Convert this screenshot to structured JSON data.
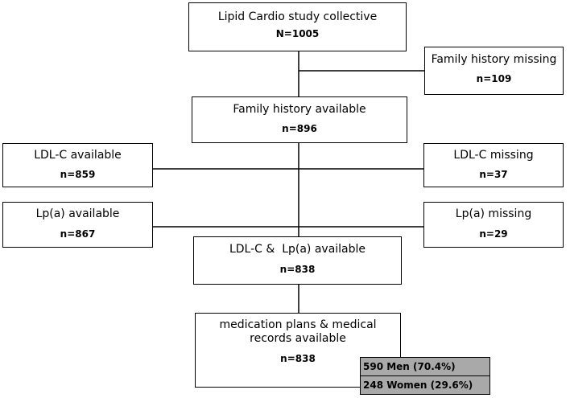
{
  "flowchart": {
    "collective": {
      "label": "Lipid Cardio study collective",
      "count": "N=1005"
    },
    "family_missing": {
      "label": "Family history missing",
      "count": "n=109"
    },
    "family_available": {
      "label": "Family history available",
      "count": "n=896"
    },
    "ldl_available": {
      "label": "LDL-C available",
      "count": "n=859"
    },
    "ldl_missing": {
      "label": "LDL-C missing",
      "count": "n=37"
    },
    "lpa_available": {
      "label": "Lp(a) available",
      "count": "n=867"
    },
    "lpa_missing": {
      "label": "Lp(a) missing",
      "count": "n=29"
    },
    "ldl_lpa_available": {
      "label": "LDL-C &  Lp(a) available",
      "count": "n=838"
    },
    "medication": {
      "label": "medication plans & medical records available",
      "count": "n=838"
    },
    "sex_split": {
      "men": "590 Men (70.4%)",
      "women": "248 Women (29.6%)"
    }
  }
}
